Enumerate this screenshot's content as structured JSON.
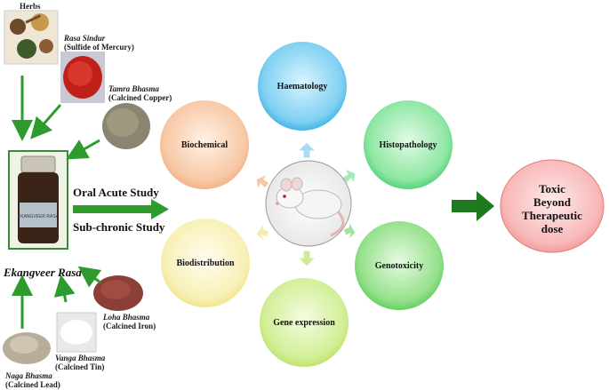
{
  "ingredients": {
    "herbs": {
      "label": "Herbs"
    },
    "rasa_sindur": {
      "name": "Rasa Sindur",
      "desc": "(Sulfide of Mercury)"
    },
    "tamra_bhasma": {
      "name": "Tamra Bhasma",
      "desc": "(Calcined Copper)"
    },
    "loha_bhasma": {
      "name": "Loha Bhasma",
      "desc": "(Calcined Iron)"
    },
    "vanga_bhasma": {
      "name": "Vanga Bhasma",
      "desc": "(Calcined Tin)"
    },
    "naga_bhasma": {
      "name": "Naga Bhasma",
      "desc": "(Calcined Lead)"
    }
  },
  "product": {
    "name": "Ekangveer Rasa",
    "bottle_label": "EKANGVEER RASA"
  },
  "studies": {
    "oral_acute": "Oral Acute Study",
    "sub_chronic": "Sub-chronic Study"
  },
  "circles": {
    "haematology": {
      "label": "Haematology",
      "color": "#2aa9e0"
    },
    "histopathology": {
      "label": "Histopathology",
      "color": "#3ec96a"
    },
    "genotoxicity": {
      "label": "Genotoxicity",
      "color": "#4cc94a"
    },
    "gene_expression": {
      "label": "Gene expression",
      "color": "#b5dd56"
    },
    "biodistribution": {
      "label": "Biodistribution",
      "color": "#f0e07a"
    },
    "biochemical": {
      "label": "Biochemical",
      "color": "#f1a77d"
    }
  },
  "outcome": {
    "line1": "Toxic",
    "line2": "Beyond",
    "line3": "Therapeutic",
    "line4": "dose",
    "color": "#f1908f"
  },
  "colors": {
    "green_arrow": "#2e9b2e",
    "dark_green_arrow": "#1f7a1f"
  }
}
